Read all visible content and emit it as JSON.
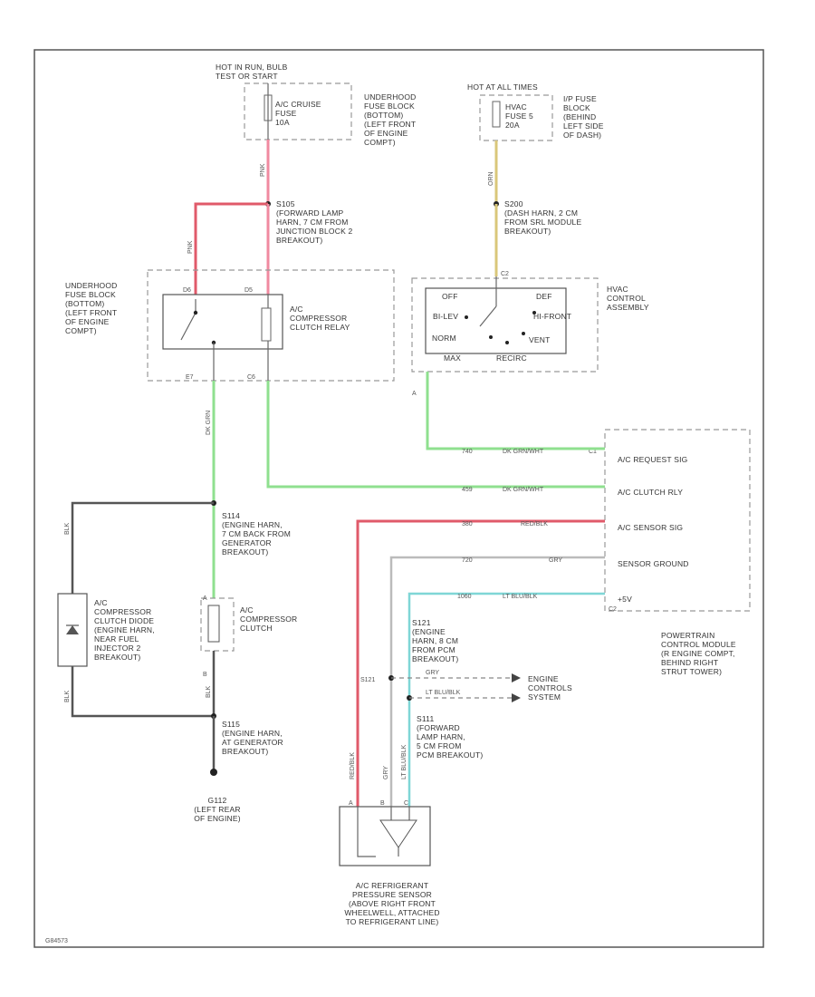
{
  "labels": {
    "hot_in_run": [
      "HOT IN RUN, BULB",
      "TEST OR START"
    ],
    "hot_batt": [
      "HOT AT ALL TIMES"
    ],
    "ac_cruise_fuse": [
      "A/C CRUISE",
      "FUSE",
      "10A"
    ],
    "hvac_fuse": [
      "HVAC",
      "FUSE 5",
      "20A"
    ],
    "underhood_fuse_top": [
      "UNDERHOOD",
      "FUSE BLOCK",
      "(BOTTOM)",
      "(LEFT FRONT",
      "OF ENGINE",
      "COMPT)"
    ],
    "ip_fuse_block": [
      "I/P FUSE",
      "BLOCK",
      "(BEHIND",
      "LEFT SIDE",
      "OF DASH)"
    ],
    "s105": [
      "S105",
      "(FORWARD LAMP",
      "HARN, 7 CM FROM",
      "JUNCTION BLOCK 2",
      "BREAKOUT)"
    ],
    "s200": [
      "S200",
      "(DASH HARN, 2 CM",
      "FROM SRL MODULE",
      "BREAKOUT)"
    ],
    "underhood_fuse_left": [
      "UNDERHOOD",
      "FUSE BLOCK",
      "(BOTTOM)",
      "(LEFT FRONT",
      "OF ENGINE",
      "COMPT)"
    ],
    "ac_clutch_relay": [
      "A/C",
      "COMPRESSOR",
      "CLUTCH RELAY"
    ],
    "hvac_control": [
      "HVAC",
      "CONTROL",
      "ASSEMBLY"
    ],
    "hvac_modes": {
      "off": "OFF",
      "def": "DEF",
      "bilevel": "BI-LEV",
      "hi_def": "HI-FRONT",
      "norm": "NORM",
      "vent": "VENT",
      "max": "MAX",
      "recirc": "RECIRC"
    },
    "pcm_pins": [
      "A/C REQUEST SIG",
      "A/C CLUTCH RLY",
      "A/C SENSOR SIG",
      "SENSOR GROUND",
      "+5V"
    ],
    "pcm_name": [
      "POWERTRAIN",
      "CONTROL MODULE",
      "(R ENGINE COMPT,",
      "BEHIND RIGHT",
      "STRUT TOWER)"
    ],
    "s114": [
      "S114",
      "(ENGINE HARN,",
      "7 CM BACK FROM",
      "GENERATOR",
      "BREAKOUT)"
    ],
    "clutch_diode": [
      "A/C",
      "COMPRESSOR",
      "CLUTCH DIODE",
      "(ENGINE HARN,",
      "NEAR FUEL",
      "INJECTOR 2",
      "BREAKOUT)"
    ],
    "ac_clutch": [
      "A/C",
      "COMPRESSOR",
      "CLUTCH"
    ],
    "s115": [
      "S115",
      "(ENGINE HARN,",
      "AT GENERATOR",
      "BREAKOUT)"
    ],
    "g112": [
      "G112",
      "(LEFT REAR",
      "OF ENGINE)"
    ],
    "s121": [
      "S121",
      "(ENGINE",
      "HARN, 8 CM",
      "FROM PCM",
      "BREAKOUT)"
    ],
    "s111": [
      "S111",
      "(FORWARD",
      "LAMP HARN,",
      "5 CM FROM",
      "PCM BREAKOUT)"
    ],
    "engine_controls": [
      "ENGINE",
      "CONTROLS",
      "SYSTEM"
    ],
    "sensor": [
      "A/C REFRIGERANT",
      "PRESSURE SENSOR",
      "(ABOVE RIGHT FRONT",
      "WHEELWELL, ATTACHED",
      "TO REFRIGERANT LINE)"
    ],
    "footer": "G84573"
  },
  "wires": {
    "pink_top": "PNK",
    "pink_relay": "PNK",
    "tan_hvac": "ORN",
    "green_left": "DK GRN",
    "green_req_num": "740",
    "green_req": "DK GRN/WHT",
    "green_rly_num": "459",
    "green_rly": "DK GRN/WHT",
    "red_num": "380",
    "red": "RED/BLK",
    "gray_num": "720",
    "gray": "GRY",
    "cyan_num": "1060",
    "cyan": "LT BLU/BLK",
    "gray_branch": "GRY",
    "cyan_branch": "LT BLU/BLK",
    "red_vert": "RED/BLK",
    "gray_vert": "GRY",
    "cyan_vert": "LT BLU/BLK",
    "dark_top": "BLK",
    "dark_bottom": "BLK",
    "clutch_wire": "BLK"
  },
  "pins": {
    "relay_in": "D6",
    "relay_pwr": "D5",
    "relay_coil": "E7",
    "relay_out": "C6",
    "hvac_top": "C2",
    "hvac_pcm": "A",
    "pcm_a": "C1",
    "pcm_b": "C2",
    "sensor_a": "A",
    "sensor_b": "B",
    "sensor_c": "C",
    "clutch_a": "A",
    "clutch_b": "B"
  },
  "colors": {
    "red": "#e05a6a",
    "pink": "#f08aa0",
    "green": "#8fe08f",
    "tan": "#d9c77a",
    "gray": "#bbbbbb",
    "cyan": "#7fd6d6",
    "dark": "#555555"
  }
}
